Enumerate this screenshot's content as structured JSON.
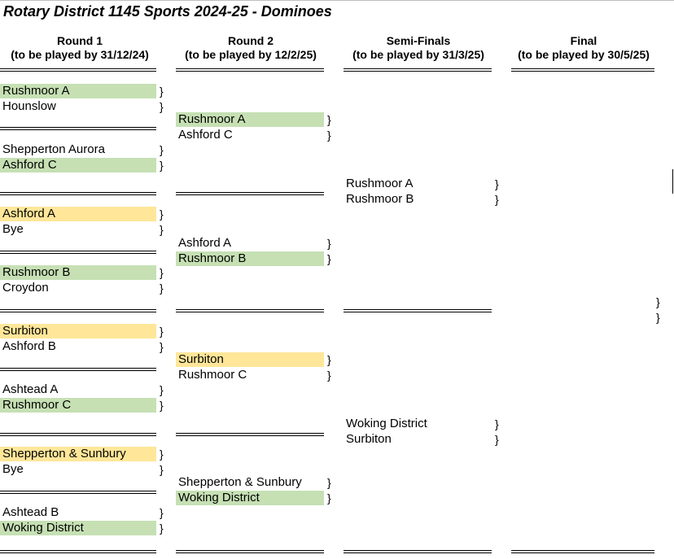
{
  "title": "Rotary District 1145 Sports 2024-25 - Dominoes",
  "brace": "}",
  "rounds": [
    {
      "name": "Round 1",
      "deadline": "(to be played by 31/12/24)"
    },
    {
      "name": "Round 2",
      "deadline": "(to be played by 12/2/25)"
    },
    {
      "name": "Semi-Finals",
      "deadline": "(to be played by 31/3/25)"
    },
    {
      "name": "Final",
      "deadline": "(to be played by 30/5/25)"
    }
  ],
  "colors": {
    "win": "#c6e0b4",
    "bye_win": "#ffe699"
  },
  "round1": [
    {
      "home": "Rushmoor A",
      "home_hl": "green",
      "away": "Hounslow",
      "away_hl": ""
    },
    {
      "home": "Shepperton Aurora",
      "home_hl": "",
      "away": "Ashford C",
      "away_hl": "green"
    },
    {
      "home": "Ashford A",
      "home_hl": "yellow",
      "away": "Bye",
      "away_hl": ""
    },
    {
      "home": "Rushmoor B",
      "home_hl": "green",
      "away": "Croydon",
      "away_hl": ""
    },
    {
      "home": "Surbiton",
      "home_hl": "yellow",
      "away": "Ashford B",
      "away_hl": ""
    },
    {
      "home": "Ashtead A",
      "home_hl": "",
      "away": "Rushmoor C",
      "away_hl": "green"
    },
    {
      "home": "Shepperton & Sunbury",
      "home_hl": "yellow",
      "away": "Bye",
      "away_hl": ""
    },
    {
      "home": "Ashtead B",
      "home_hl": "",
      "away": "Woking District",
      "away_hl": "green"
    }
  ],
  "round2": [
    {
      "home": "Rushmoor A",
      "home_hl": "green",
      "away": "Ashford C",
      "away_hl": ""
    },
    {
      "home": "Ashford A",
      "home_hl": "",
      "away": "Rushmoor B",
      "away_hl": "green"
    },
    {
      "home": "Surbiton",
      "home_hl": "yellow",
      "away": "Rushmoor C",
      "away_hl": ""
    },
    {
      "home": "Shepperton & Sunbury",
      "home_hl": "",
      "away": "Woking District",
      "away_hl": "green"
    }
  ],
  "semis": [
    {
      "home": "Rushmoor A",
      "home_hl": "",
      "away": "Rushmoor B",
      "away_hl": ""
    },
    {
      "home": "Woking District",
      "home_hl": "",
      "away": "Surbiton",
      "away_hl": ""
    }
  ],
  "final": [
    {
      "home": "",
      "home_hl": "",
      "away": "",
      "away_hl": ""
    }
  ]
}
